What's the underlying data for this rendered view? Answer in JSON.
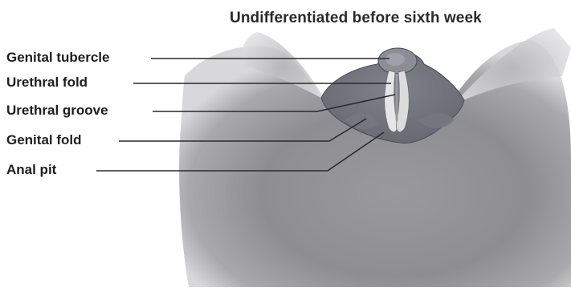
{
  "figure": {
    "title": "Undifferentiated before sixth week",
    "labels": [
      {
        "id": "genital-tubercle",
        "text": "Genital tubercle"
      },
      {
        "id": "urethral-fold",
        "text": "Urethral fold"
      },
      {
        "id": "urethral-groove",
        "text": "Urethral groove"
      },
      {
        "id": "genital-fold",
        "text": "Genital fold"
      },
      {
        "id": "anal-pit",
        "text": "Anal pit"
      }
    ]
  },
  "colors": {
    "background": "#ffffff",
    "body_gray": "#8f8f93",
    "body_light": "#cfcfd2",
    "tissue": "#8a8c95",
    "fold_highlight": "#e4e4e4",
    "label_text": "#1e1e1e",
    "leader_line": "#2a2a2a"
  }
}
